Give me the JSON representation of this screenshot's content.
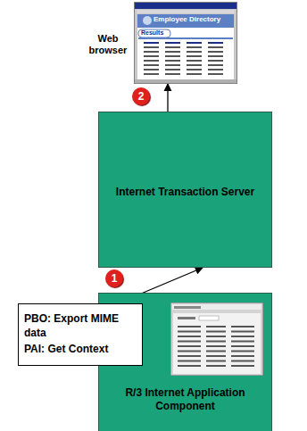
{
  "diagram": {
    "nodes": [
      {
        "text": [
          "Web browser"
        ]
      },
      {
        "text": [
          "Internet Transaction Server"
        ]
      },
      {
        "text": [
          "R/3 Internet Application Component"
        ]
      },
      {
        "text": [
          "PBO: Export MIME data",
          "PAI: Get Context"
        ]
      }
    ],
    "edges": [
      {
        "from": 3,
        "to": 1,
        "arrow": "to"
      },
      {
        "from": 1,
        "to": 0,
        "arrow": "to"
      }
    ],
    "labels": [
      "Employee Directory",
      "Results",
      "1",
      "2"
    ]
  }
}
